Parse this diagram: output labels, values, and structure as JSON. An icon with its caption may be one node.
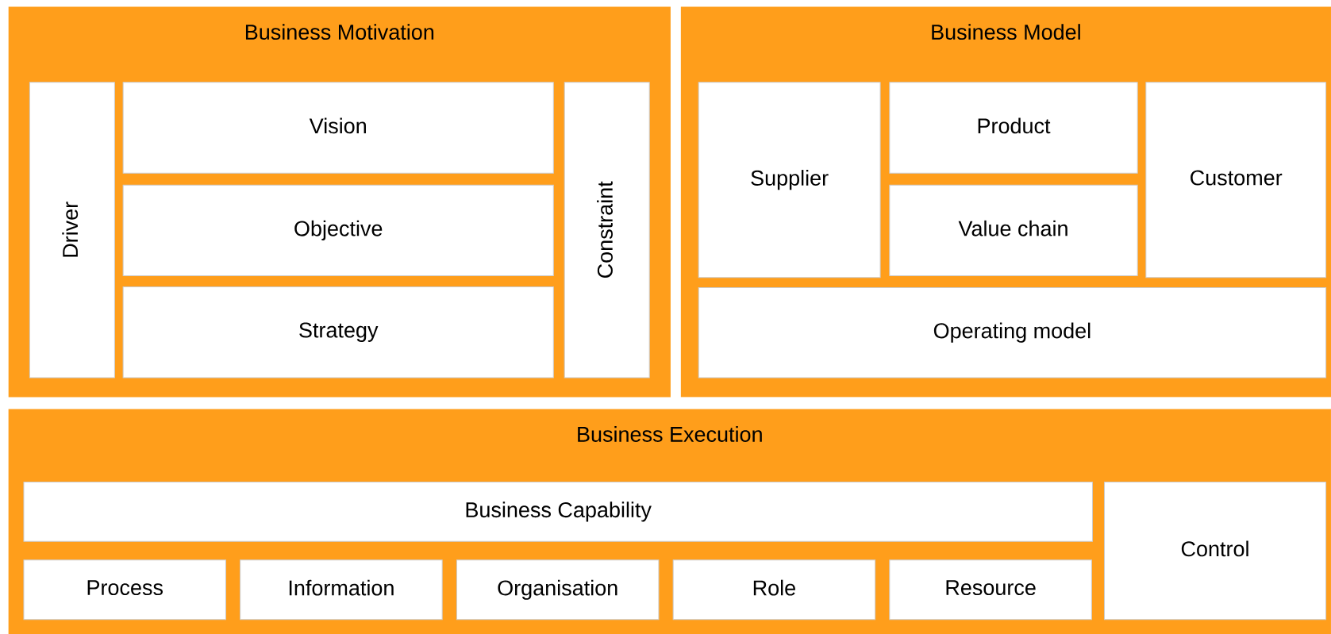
{
  "diagram": {
    "nodes": [
      {
        "text": [
          "Business Motivation"
        ]
      },
      {
        "text": [
          "Driver"
        ],
        "in": 0
      },
      {
        "text": [
          "Vision"
        ],
        "in": 0
      },
      {
        "text": [
          "Objective"
        ],
        "in": 0
      },
      {
        "text": [
          "Strategy"
        ],
        "in": 0
      },
      {
        "text": [
          "Constraint"
        ],
        "in": 0
      },
      {
        "text": [
          "Business Model"
        ]
      },
      {
        "text": [
          "Supplier"
        ],
        "in": 6
      },
      {
        "text": [
          "Product"
        ],
        "in": 6
      },
      {
        "text": [
          "Value chain"
        ],
        "in": 6
      },
      {
        "text": [
          "Customer"
        ],
        "in": 6
      },
      {
        "text": [
          "Operating model"
        ],
        "in": 6
      },
      {
        "text": [
          "Business Execution"
        ]
      },
      {
        "text": [
          "Business Capability"
        ],
        "in": 12
      },
      {
        "text": [
          "Control"
        ],
        "in": 12
      },
      {
        "text": [
          "Process"
        ],
        "in": 12
      },
      {
        "text": [
          "Information"
        ],
        "in": 12
      },
      {
        "text": [
          "Organisation"
        ],
        "in": 12
      },
      {
        "text": [
          "Role"
        ],
        "in": 12
      },
      {
        "text": [
          "Resource"
        ],
        "in": 12
      }
    ],
    "edges": []
  }
}
